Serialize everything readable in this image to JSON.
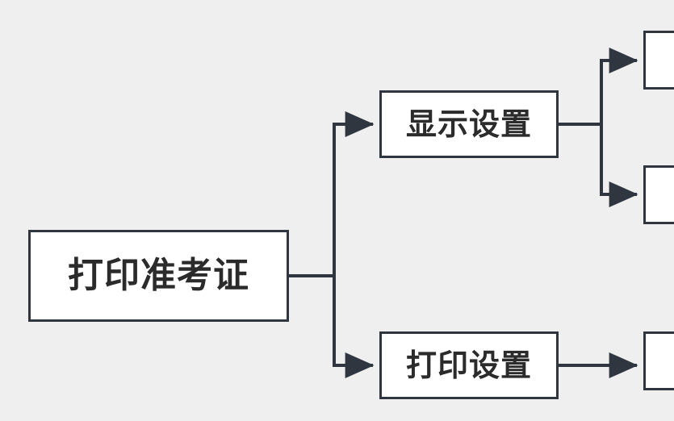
{
  "diagram": {
    "type": "flowchart-tree",
    "orientation": "left-to-right",
    "background_color": "#efefef",
    "node_fill": "#ffffff",
    "node_border_color": "#2f3640",
    "edge_color": "#2f3640",
    "text_color": "#2b2b2b",
    "nodes": {
      "root": {
        "label": "打印准考证"
      },
      "display_settings": {
        "label": "显示设置"
      },
      "print_settings": {
        "label": "打印设置"
      },
      "leaf_1": {
        "label": ""
      },
      "leaf_2": {
        "label": ""
      },
      "leaf_3": {
        "label": ""
      }
    },
    "edges": [
      {
        "from": "root",
        "to": "display_settings",
        "arrow": "triangle"
      },
      {
        "from": "root",
        "to": "print_settings",
        "arrow": "triangle"
      },
      {
        "from": "display_settings",
        "to": "leaf_1",
        "arrow": "triangle"
      },
      {
        "from": "display_settings",
        "to": "leaf_2",
        "arrow": "triangle"
      },
      {
        "from": "print_settings",
        "to": "leaf_3",
        "arrow": "triangle"
      }
    ]
  }
}
